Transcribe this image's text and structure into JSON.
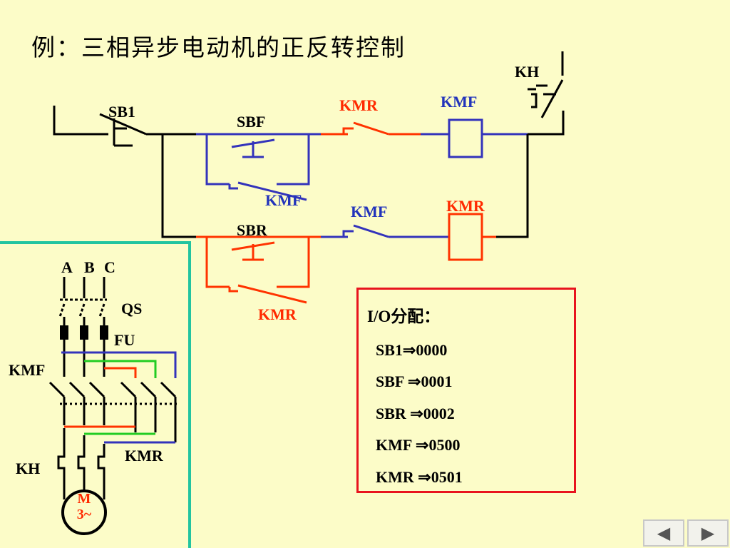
{
  "title": "例：三相异步电动机的正反转控制",
  "control_labels": {
    "kh": "KH",
    "sb1": "SB1",
    "sbf": "SBF",
    "kmr_contact_top": "KMR",
    "kmf_coil": "KMF",
    "kmf_holding": "KMF",
    "kmf_interlock": "KMF",
    "kmr_coil": "KMR",
    "sbr": "SBR",
    "kmr_holding": "KMR"
  },
  "power_labels": {
    "a": "A",
    "b": "B",
    "c": "C",
    "qs": "QS",
    "fu": "FU",
    "kmf": "KMF",
    "kmr": "KMR",
    "kh": "KH",
    "motor_line1": "M",
    "motor_line2": "3~"
  },
  "io": {
    "title": "I/O分配：",
    "rows": [
      {
        "name": "SB1",
        "arrow": "⇒",
        "addr": "0000"
      },
      {
        "name": "SBF ",
        "arrow": "⇒",
        "addr": "0001"
      },
      {
        "name": "SBR ",
        "arrow": "⇒",
        "addr": "0002"
      },
      {
        "name": "KMF ",
        "arrow": "⇒",
        "addr": "0500"
      },
      {
        "name": "KMR ",
        "arrow": "⇒",
        "addr": "0501"
      }
    ]
  },
  "nav": {
    "prev_icon": "◀",
    "next_icon": "▶"
  },
  "colors": {
    "background": "#fcfcc8",
    "forward_blue": "#3333bb",
    "reverse_red": "#ff3300",
    "panel_teal": "#22c4a0",
    "box_red": "#e8141e",
    "green": "#22cc22"
  }
}
